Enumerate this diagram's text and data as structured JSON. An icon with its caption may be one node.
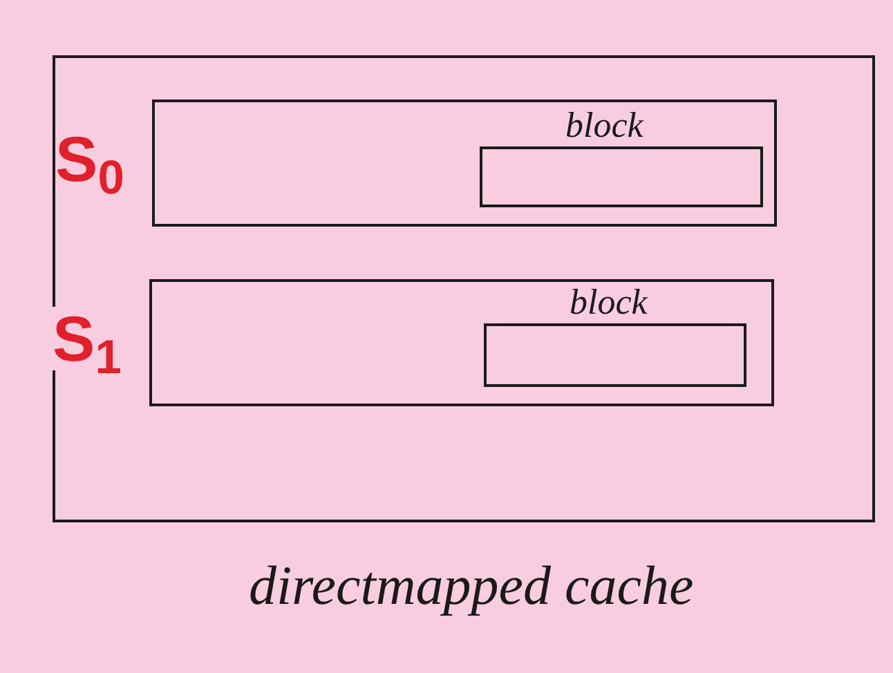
{
  "diagram": {
    "nodes": [
      {
        "text": [
          "directmapped cache"
        ]
      },
      {
        "text": [
          "S$_{0}$"
        ],
        "in": 0
      },
      {
        "text": [
          "block"
        ],
        "in": 1
      },
      {
        "text": [
          "S$_{1}$"
        ],
        "in": 0
      },
      {
        "text": [
          "block"
        ],
        "in": 3
      }
    ]
  }
}
